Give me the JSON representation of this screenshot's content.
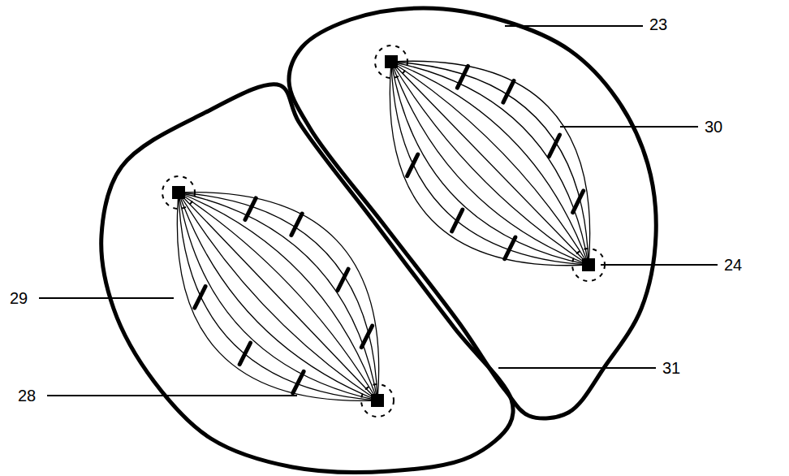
{
  "diagram": {
    "labels": [
      "23",
      "30",
      "24",
      "29",
      "28",
      "31"
    ]
  }
}
